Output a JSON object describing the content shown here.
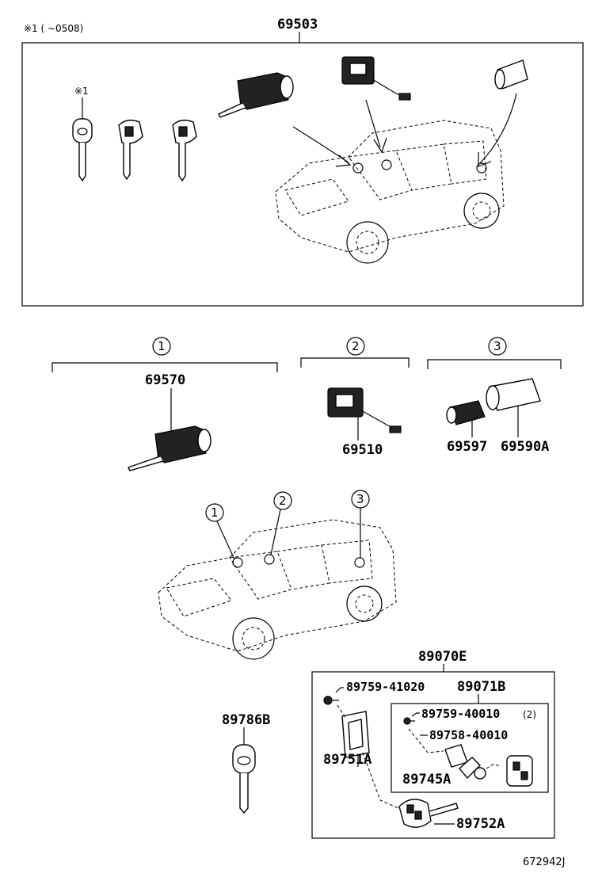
{
  "header": {
    "footnote": "※1 (   ~0508)",
    "main_part": "69503"
  },
  "top_box": {
    "key_note": "※1"
  },
  "groups": [
    {
      "number": "1",
      "part": "69570"
    },
    {
      "number": "2",
      "part": "69510"
    },
    {
      "number": "3",
      "parts": [
        "69597",
        "69590A"
      ]
    }
  ],
  "vehicle_callouts": [
    "1",
    "2",
    "3"
  ],
  "remote": {
    "kit_part": "89070E",
    "screw_part": "89759-41020",
    "transmitter_part": "89071B",
    "small_screw_part": "89759-40010",
    "small_screw_qty": "(2)",
    "cover_part": "89758-40010",
    "case_part": "89751A",
    "battery_part": "89745A",
    "key_head_part": "89752A"
  },
  "blank_key_part": "89786B",
  "diagram_code": "672942J"
}
